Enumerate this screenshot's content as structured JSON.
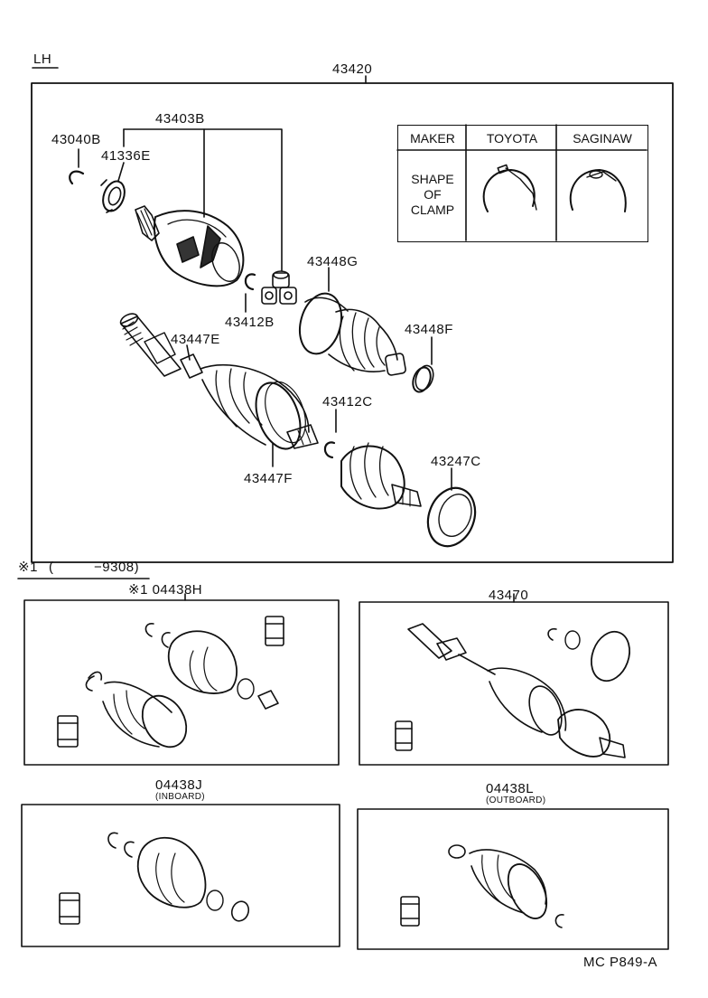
{
  "header": {
    "side_label": "LH"
  },
  "main_assembly": {
    "part_no": "43420"
  },
  "parts": {
    "p43403B": "43403B",
    "p43040B": "43040B",
    "p41336E": "41336E",
    "p43448G": "43448G",
    "p43412B": "43412B",
    "p43448F": "43448F",
    "p43447E": "43447E",
    "p43412C": "43412C",
    "p43447F": "43447F",
    "p43247C": "43247C"
  },
  "clamp_table": {
    "col_maker": "MAKER",
    "col_toyota": "TOYOTA",
    "col_saginaw": "SAGINAW",
    "row_label_1": "SHAPE",
    "row_label_2": "OF",
    "row_label_3": "CLAMP"
  },
  "note": {
    "marker": "※1",
    "range_open": "(",
    "range_end": "−9308)"
  },
  "kits": {
    "k1_part": "※1 04438H",
    "k2_part": "43470",
    "k3_part": "04438J",
    "k3_sub": "(INBOARD)",
    "k4_part": "04438L",
    "k4_sub": "(OUTBOARD)"
  },
  "footer": {
    "ref": "MC P849-A"
  }
}
